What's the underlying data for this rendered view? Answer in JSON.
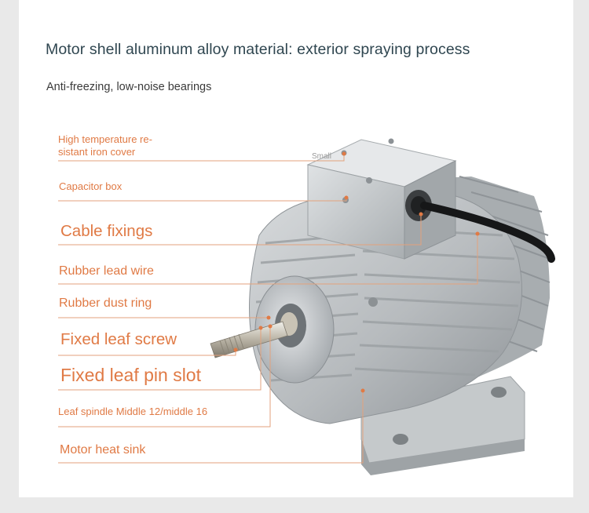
{
  "header": {
    "title": "Motor shell aluminum alloy material: exterior spraying process",
    "subtitle": "Anti-freezing, low-noise bearings"
  },
  "motor": {
    "small_tag": "Small"
  },
  "labels": [
    {
      "id": "cover-line1",
      "text": "High temperature re-"
    },
    {
      "id": "cover-line2",
      "text": "sistant iron cover"
    },
    {
      "id": "capacitor",
      "text": "Capacitor box"
    },
    {
      "id": "cable",
      "text": "Cable fixings"
    },
    {
      "id": "rubber-lead",
      "text": "Rubber lead wire"
    },
    {
      "id": "dust-ring",
      "text": "Rubber dust ring"
    },
    {
      "id": "leaf-screw",
      "text": "Fixed leaf screw"
    },
    {
      "id": "pin-slot",
      "text": "Fixed leaf pin slot"
    },
    {
      "id": "spindle",
      "text": "Leaf spindle Middle 12/middle 16"
    },
    {
      "id": "heat-sink",
      "text": "Motor heat sink"
    }
  ],
  "colors": {
    "label": "#e07a45",
    "leader_line": "#e3a27c",
    "dot": "#e07a45",
    "motor_body": "#b9bdc0"
  }
}
